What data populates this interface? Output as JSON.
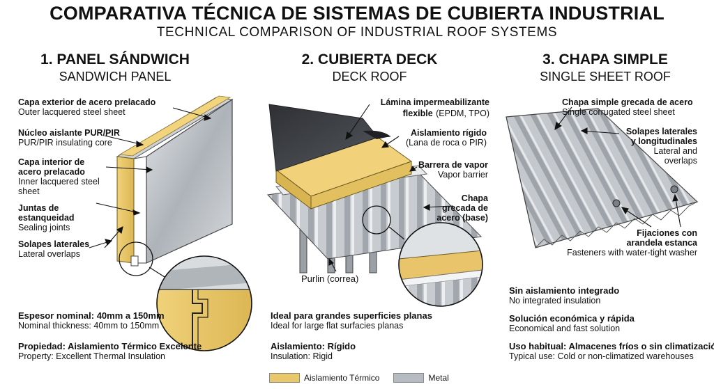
{
  "header": {
    "title": "COMPARATIVA TÉCNICA DE SISTEMAS DE CUBIERTA INDUSTRIAL",
    "subtitle": "TECHNICAL COMPARISON OF INDUSTRIAL ROOF SYSTEMS"
  },
  "colors": {
    "insulation": "#e8c86a",
    "metal": "#b7bcc2",
    "membrane": "#3f4146",
    "text": "#111111"
  },
  "sandwich": {
    "heading": "1. PANEL SÁNDWICH",
    "subheading": "SANDWICH PANEL",
    "labels": [
      {
        "es": "Capa exterior de acero prelacado",
        "en": "Outer lacquered steel sheet"
      },
      {
        "es": "Núcleo aislante PUR/PIR",
        "en": "PUR/PIR insulating core"
      },
      {
        "es": "Capa interior de",
        "es2": "acero prelacado",
        "en": "Inner lacquered steel",
        "en2": "sheet"
      },
      {
        "es": "Juntas de",
        "es2": "estanqueidad",
        "en": "Sealing joints"
      },
      {
        "es": "Solapes laterales",
        "en": "Lateral overlaps"
      }
    ],
    "facts": [
      {
        "es": "Espesor nominal: 40mm a 150mm",
        "en": "Nominal thickness: 40mm to 150mm"
      },
      {
        "es": "Propiedad: Aislamiento Térmico Excelente",
        "en": "Property: Excellent Thermal Insulation"
      }
    ]
  },
  "deck": {
    "heading": "2. CUBIERTA DECK",
    "subheading": "DECK ROOF",
    "labels": [
      {
        "es": "Lámina impermeabilizante",
        "es2": "flexible",
        "en": "(EPDM, TPO)"
      },
      {
        "es": "Aislamiento rígido",
        "en": "(Lana de roca o PIR)"
      },
      {
        "es": "Barrera de vapor",
        "en": "Vapor barrier"
      },
      {
        "es": "Chapa",
        "es2": "grecada de",
        "es3": "acero (base)"
      }
    ],
    "purlin": "Purlin (correa)",
    "facts": [
      {
        "es": "Ideal para grandes superficies planas",
        "en": "Ideal for large flat surfacies planas"
      },
      {
        "es": "Aislamiento: Rígido",
        "en": "Insulation: Rigid"
      }
    ]
  },
  "simple": {
    "heading": "3. CHAPA SIMPLE",
    "subheading": "SINGLE SHEET ROOF",
    "labels": [
      {
        "es": "Chapa simple grecada de acero",
        "en": "Single corrugated steel sheet"
      },
      {
        "es": "Solapes laterales",
        "es2": "y longitudinales",
        "en": "Lateral and",
        "en2": "overlaps"
      },
      {
        "es": "Fijaciones con",
        "es2": "arandela estanca",
        "en": "Fasteners with water-tight washer"
      }
    ],
    "facts": [
      {
        "es": "Sin aislamiento integrado",
        "en": "No integrated insulation"
      },
      {
        "es": "Solución económica y rápida",
        "en": "Economical and fast solution"
      },
      {
        "es": "Uso habitual: Almacenes fríos o sin climatización",
        "en": "Typical use: Cold or non-climatized warehouses"
      }
    ]
  },
  "legend": {
    "insulation_label": "Aislamiento Térmico",
    "metal_label": "Metal"
  }
}
